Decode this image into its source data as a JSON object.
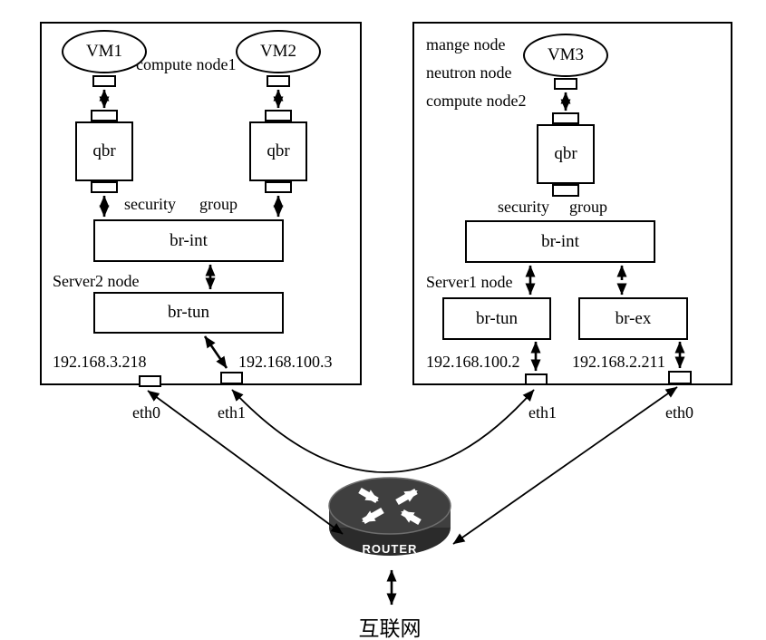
{
  "left_node": {
    "title": "compute node1",
    "server_label": "Server2 node",
    "vms": [
      "VM1",
      "VM2"
    ],
    "qbr_label": "qbr",
    "security": "security",
    "group": "group",
    "br_int": "br-int",
    "br_tun": "br-tun",
    "ip_eth0": "192.168.3.218",
    "ip_eth1": "192.168.100.3",
    "eth0_label": "eth0",
    "eth1_label": "eth1"
  },
  "right_node": {
    "roles": [
      "mange node",
      "neutron node",
      "compute node2"
    ],
    "server_label": "Server1 node",
    "vm": "VM3",
    "qbr_label": "qbr",
    "security": "security",
    "group": "group",
    "br_int": "br-int",
    "br_tun": "br-tun",
    "br_ex": "br-ex",
    "ip_eth1": "192.168.100.2",
    "ip_eth0": "192.168.2.211",
    "eth1_label": "eth1",
    "eth0_label": "eth0"
  },
  "router": {
    "label": "ROUTER"
  },
  "internet": {
    "label": "互联网"
  },
  "colors": {
    "line": "#000000",
    "background": "#ffffff",
    "router_body": "#3f3f3f",
    "router_bottom": "#2b2b2b",
    "router_rim": "#6e6e6e",
    "router_glyph": "#ffffff"
  }
}
